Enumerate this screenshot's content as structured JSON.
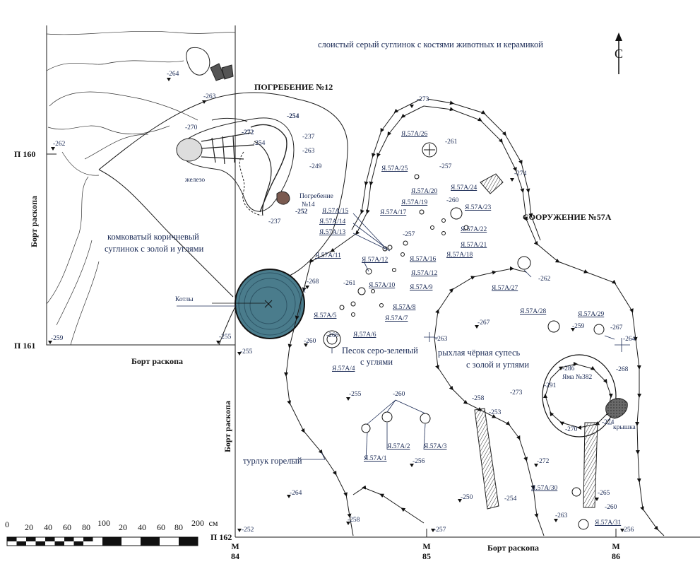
{
  "labels": {
    "top_note": "слоистый серый суглинок с костями животных и керамикой",
    "north": "С",
    "burial_title": "ПОГРЕБЕНИЕ №12",
    "structure_title": "СООРУЖЕНИЕ №57А",
    "brown_loam_1": "комковатый коричневый",
    "brown_loam_2": "суглинок с золой и углями",
    "sand_1": "Песок серо-зеленый",
    "sand_2": "с углями",
    "loose_1": "рыхлая чёрная супесь",
    "loose_2": "с золой и углями",
    "iron": "железо",
    "burial14_1": "Погребение",
    "burial14_2": "№14",
    "kotly": "Котлы",
    "pit": "Яма №382",
    "lid": "крышка",
    "turluk": "турлук горелый",
    "bort_left": "Борт раскопа",
    "bort_left2": "Борт раскопа",
    "bort_mid": "Борт раскопа",
    "bort_bottom": "Борт раскопа",
    "p160": "П 160",
    "p161": "П 161",
    "p162": "П 162",
    "m84a": "М",
    "m84b": "84",
    "m85a": "М",
    "m85b": "85",
    "m86a": "М",
    "m86b": "86"
  },
  "scale": {
    "ticks": [
      "0",
      "20",
      "40",
      "60",
      "80",
      "100",
      "20",
      "40",
      "60",
      "80",
      "200"
    ],
    "unit": "см"
  },
  "depths": {
    "d264a": "-264",
    "d263a": "-263",
    "d262": "-262",
    "d270": "-270",
    "d254a": "-254",
    "d272": "-272",
    "d237a": "-237",
    "d254b": "-254",
    "d263b": "-263",
    "d249": "-249",
    "d252": "-252",
    "d237b": "-237",
    "d273a": "-273",
    "d261a": "-261",
    "d257a": "-257",
    "d274a": "-274",
    "d260a": "-260",
    "d257b": "-257",
    "d262b": "-262",
    "d268a": "-268",
    "d261b": "-261",
    "d259a": "-259",
    "d255a": "-255",
    "d255b": "-255",
    "d266": "-266",
    "d260b": "-260",
    "d263c": "-263",
    "d267a": "-267",
    "d259b": "-259",
    "d267b": "-267",
    "d264b": "-264",
    "d286": "-286",
    "d268b": "-268",
    "d291": "-291",
    "d258a": "-258",
    "d253": "-253",
    "d273b": "-273",
    "d255c": "-255",
    "d260c": "-260",
    "d256a": "-256",
    "d270b": "-270",
    "d274b": "-274",
    "d272b": "-272",
    "d264c": "-264",
    "d250": "-250",
    "d254c": "-254",
    "d265": "-265",
    "d260d": "-260",
    "d263d": "-263",
    "d258b": "-258",
    "d252b": "-252",
    "d257c": "-257",
    "d256b": "-256"
  },
  "features": {
    "f26": "Я.57А/26",
    "f25": "Я.57А/25",
    "f20": "Я.57А/20",
    "f24": "Я.57А/24",
    "f19": "Я.57А/19",
    "f23": "Я.57А/23",
    "f17": "Я.57А/17",
    "f15": "Я.57А/15",
    "f14": "Я.57А/14",
    "f13": "Я.57А/13",
    "f22": "Я.57А/22",
    "f21": "Я.57А/21",
    "f16": "Я.57А/16",
    "f18": "Я.57А/18",
    "f11": "Я.57А/11",
    "f12a": "Я.57А/12",
    "f12b": "Я.57А/12",
    "f10": "Я.57А/10",
    "f9": "Я.57А/9",
    "f8": "Я.57А/8",
    "f7": "Я.57А/7",
    "f5": "Я.57А/5",
    "f6": "Я.57А/6",
    "f4": "Я.57А/4",
    "f27": "Я.57А/27",
    "f28": "Я.57А/28",
    "f29": "Я.57А/29",
    "f2": "Я.57А/2",
    "f3": "Я.57А/3",
    "f1": "Я.57А/1",
    "f30": "Я.57А/30",
    "f31": "Я.57А/31"
  },
  "colors": {
    "kettle": "#4a7c8c",
    "kettle_dark": "#2e5566",
    "ink": "#1a2a55",
    "lid": "#555555"
  }
}
